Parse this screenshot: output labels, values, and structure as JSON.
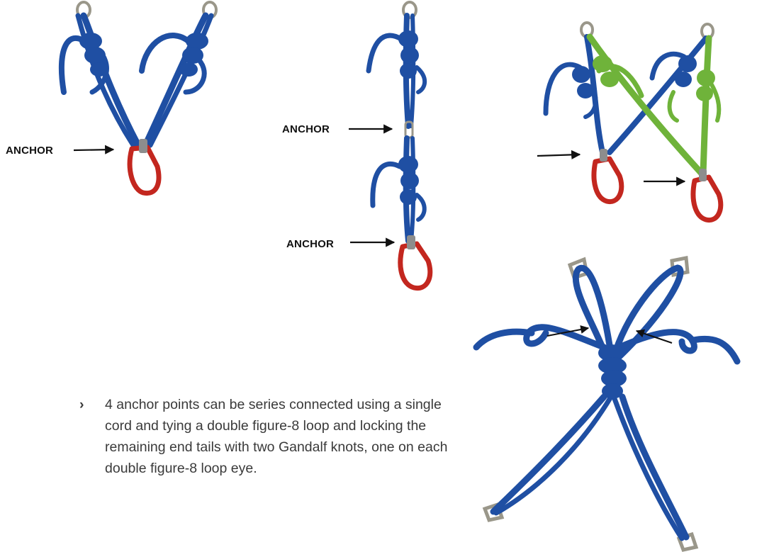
{
  "labels": {
    "anchor_fig1": "ANCHOR",
    "anchor_fig2_top": "ANCHOR",
    "anchor_fig2_bottom": "ANCHOR"
  },
  "caption": {
    "marker": "›",
    "text": "4 anchor points can be series connected using a single cord and tying a double figure-8 loop and locking the remaining end tails with two Gandalf knots, one on each double figure-8 loop eye."
  },
  "colors": {
    "cord_blue": "#1f4fa3",
    "cord_green": "#6fb33a",
    "carabiner_red": "#c3271f",
    "ring_metal": "#9a978a",
    "arrow": "#111111"
  }
}
